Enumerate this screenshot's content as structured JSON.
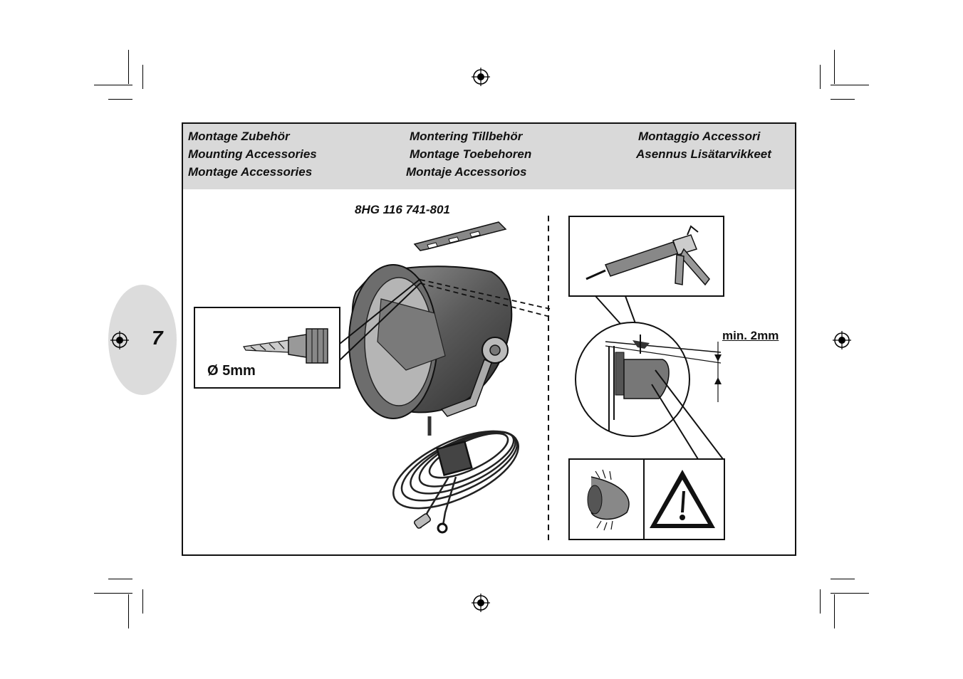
{
  "headings": {
    "col1": [
      "Montage Zubehör",
      "Mounting Accessories",
      "Montage Accessories"
    ],
    "col2": [
      "Montering Tillbehör",
      "Montage Toebehoren",
      "Montaje Accessorios"
    ],
    "col3": [
      "Montaggio Accessori",
      "Asennus Lisätarvikkeet"
    ]
  },
  "page_number": "7",
  "part_number": "8HG 116 741-801",
  "drill_diameter": "Ø 5mm",
  "gap_label": "min. 2mm",
  "icons": [
    "registration-mark-icon",
    "drill-icon",
    "caulking-gun-icon",
    "eye-icon",
    "warning-triangle-icon",
    "bracket-icon",
    "lamp-icon"
  ]
}
